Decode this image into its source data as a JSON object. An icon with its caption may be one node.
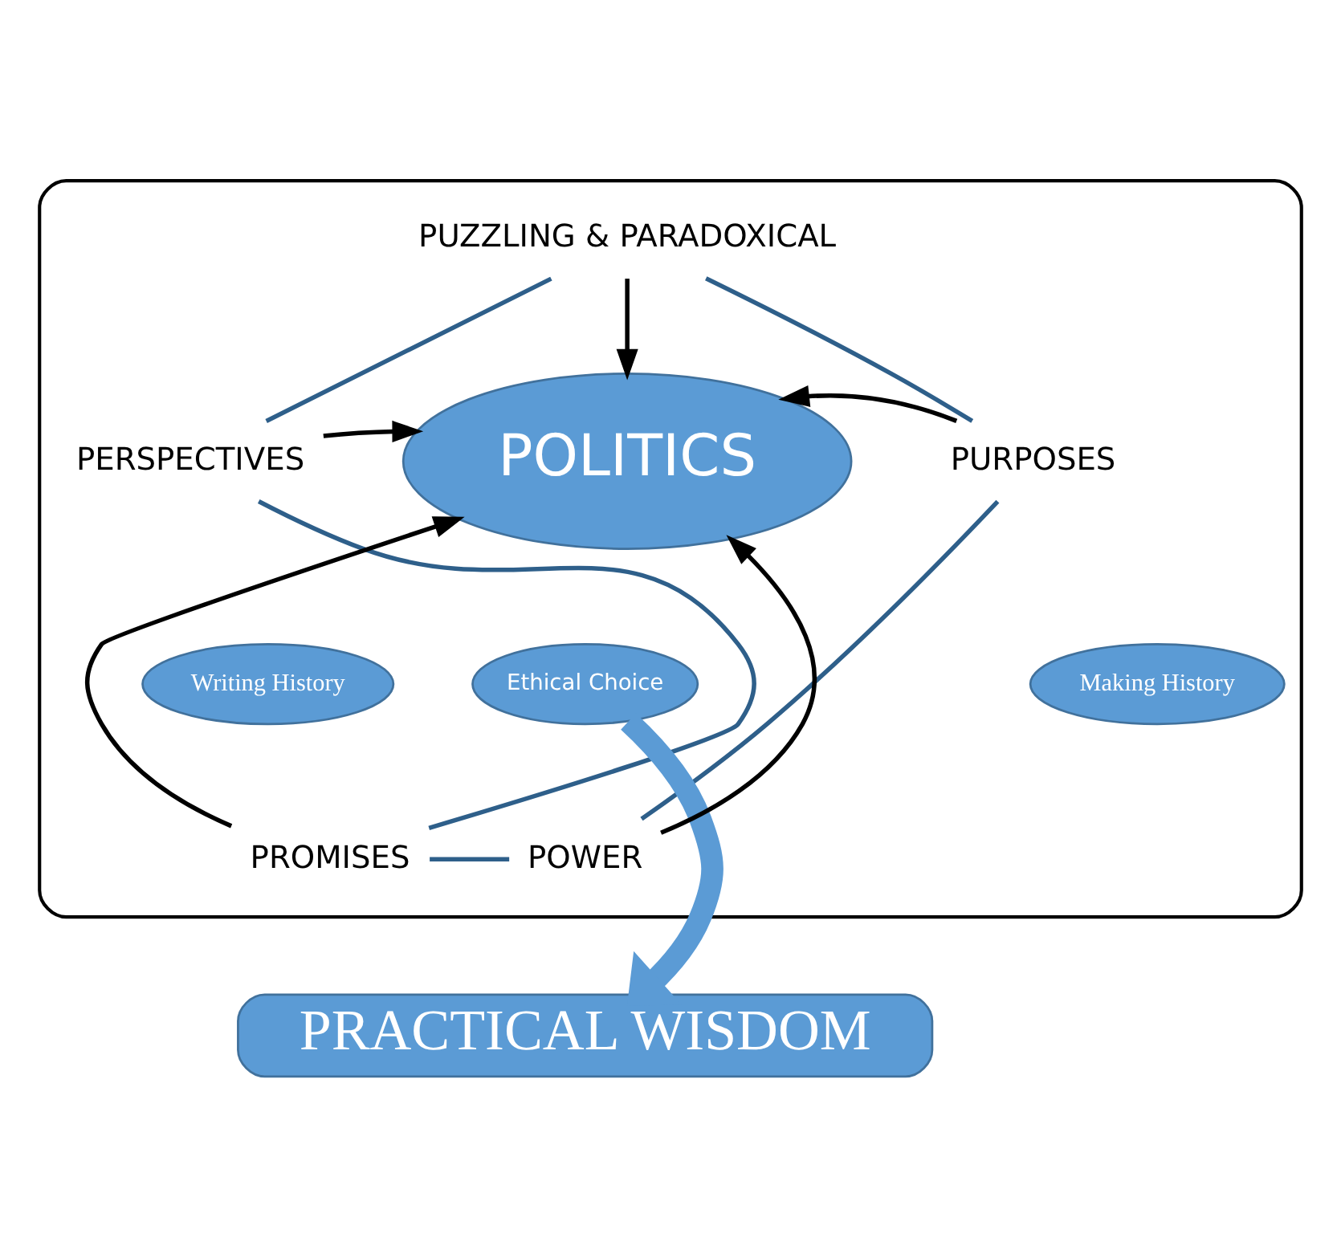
{
  "diagram": {
    "nodes": [
      {
        "text": [],
        "shape": "box"
      },
      {
        "text": [
          "PUZZLING & PARADOXICAL"
        ],
        "in": 0
      },
      {
        "text": [
          "PERSPECTIVES"
        ],
        "in": 0
      },
      {
        "text": [
          "PURPOSES"
        ],
        "in": 0
      },
      {
        "text": [
          "POLITICS"
        ],
        "in": 0
      },
      {
        "text": [
          "Writing History"
        ],
        "in": 0
      },
      {
        "text": [
          "Ethical Choice"
        ],
        "in": 0
      },
      {
        "text": [
          "Making History"
        ],
        "in": 0
      },
      {
        "text": [
          "PROMISES"
        ],
        "in": 0
      },
      {
        "text": [
          "POWER"
        ],
        "in": 0
      },
      {
        "text": [
          "PRACTICAL WISDOM"
        ]
      }
    ],
    "edges": [
      {
        "from": 1,
        "to": 2,
        "arrow": "none",
        "color": "#2e5f8a"
      },
      {
        "from": 1,
        "to": 3,
        "arrow": "none",
        "color": "#2e5f8a"
      },
      {
        "from": 2,
        "to": 8,
        "arrow": "none",
        "color": "#2e5f8a"
      },
      {
        "from": 3,
        "to": 9,
        "arrow": "none",
        "color": "#2e5f8a"
      },
      {
        "from": 8,
        "to": 9,
        "arrow": "none",
        "color": "#2e5f8a"
      },
      {
        "from": 1,
        "to": 4,
        "arrow": "to",
        "color": "#000000"
      },
      {
        "from": 2,
        "to": 4,
        "arrow": "to",
        "color": "#000000"
      },
      {
        "from": 3,
        "to": 4,
        "arrow": "to",
        "color": "#000000"
      },
      {
        "from": 8,
        "to": 4,
        "arrow": "to",
        "color": "#000000"
      },
      {
        "from": 9,
        "to": 4,
        "arrow": "to",
        "color": "#000000"
      },
      {
        "from": 6,
        "to": 10,
        "arrow": "to",
        "style": "thick",
        "color": "#5b9bd5"
      }
    ]
  }
}
